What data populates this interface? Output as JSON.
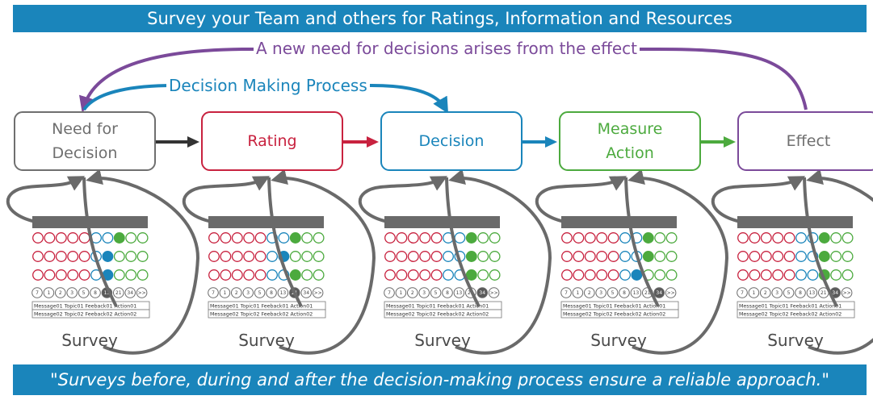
{
  "header": {
    "title": "Survey your Team and others for Ratings, Information and Resources"
  },
  "footer": {
    "quote": "\"Surveys before, during and after the decision-making process ensure a reliable approach.\""
  },
  "top_arc": {
    "label": "A new need for decisions arises from the effect",
    "color": "#7b4a9a"
  },
  "mid_arc": {
    "label": "Decision Making Process",
    "color": "#1a85bb"
  },
  "steps": [
    {
      "label": "Need for\nDecision",
      "color": "#6f6f6f",
      "text_color": "#6f6f6f"
    },
    {
      "label": "Rating",
      "color": "#c8223f",
      "text_color": "#c8223f"
    },
    {
      "label": "Decision",
      "color": "#1a85bb",
      "text_color": "#1a85bb"
    },
    {
      "label": "Measure\nAction",
      "color": "#4caa3e",
      "text_color": "#4caa3e"
    },
    {
      "label": "Effect",
      "color": "#7b4a9a",
      "text_color": "#6f6f6f"
    }
  ],
  "arrow_colors": [
    "#333333",
    "#c8223f",
    "#1a85bb",
    "#4caa3e"
  ],
  "survey": {
    "label": "Survey",
    "pager": [
      "7",
      "1",
      "2",
      "3",
      "5",
      "8",
      "13",
      "21",
      "34",
      ">>"
    ],
    "message_rows": [
      "Message01 Topic01 Feeback01 Action01",
      "Message02 Topic02 Feeback02 Action02"
    ],
    "circle_colors": {
      "red": "#c8223f",
      "blue": "#1a85bb",
      "green": "#4caa3e"
    },
    "instances": [
      {
        "active_page": "13",
        "selected": [
          "green",
          "blue",
          "blue"
        ]
      },
      {
        "active_page": "21",
        "selected": [
          "green",
          "blue",
          "green"
        ]
      },
      {
        "active_page": "34",
        "selected": [
          "green",
          "green",
          "green"
        ]
      },
      {
        "active_page": "34",
        "selected": [
          "green",
          "green",
          "blue"
        ]
      },
      {
        "active_page": "34",
        "selected": [
          "green",
          "green",
          "green"
        ]
      }
    ]
  }
}
